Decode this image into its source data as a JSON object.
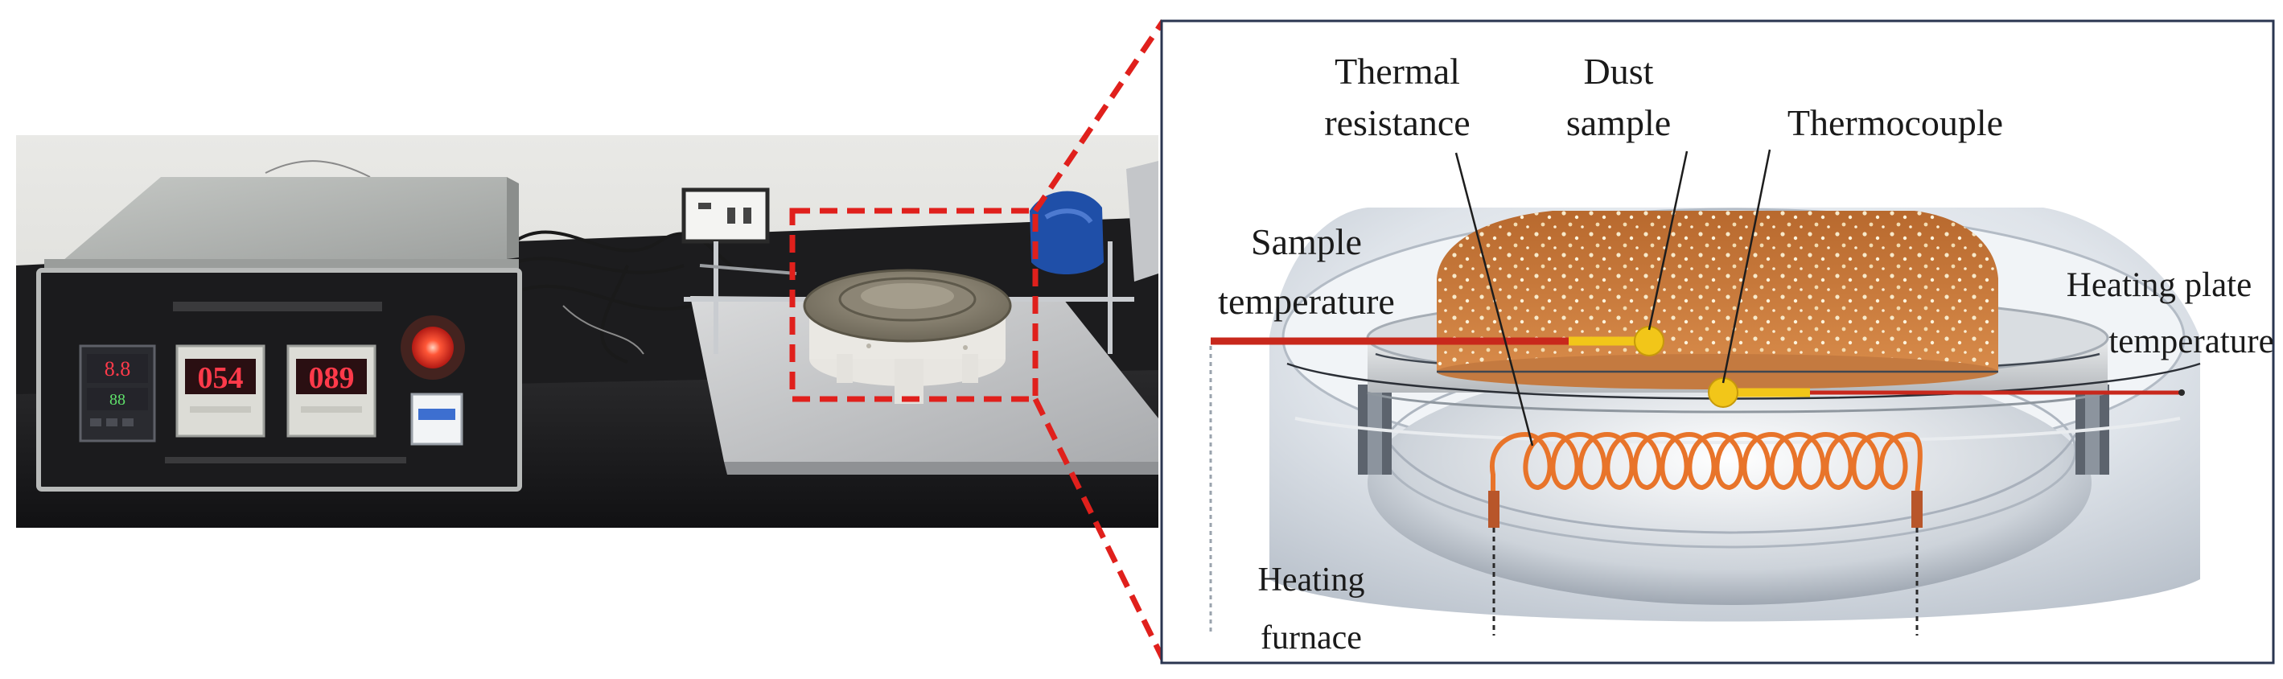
{
  "panels": {
    "photo": {
      "controller": {
        "display_left_value": "054",
        "display_right_value": "089"
      }
    },
    "schematic": {
      "labels": {
        "thermal_resistance_line1": "Thermal",
        "thermal_resistance_line2": "resistance",
        "dust_sample_line1": "Dust",
        "dust_sample_line2": "sample",
        "thermocouple": "Thermocouple",
        "sample_temperature_line1": "Sample",
        "sample_temperature_line2": "temperature",
        "heating_plate_temperature_line1": "Heating plate",
        "heating_plate_temperature_line2": "temperature",
        "heating_furnace_line1": "Heating",
        "heating_furnace_line2": "furnace"
      }
    }
  },
  "colors": {
    "callout_dash": "#e0201c",
    "display_digits": "#ff3a4a",
    "dust": "#c97a3e",
    "heater_coil": "#e8742a",
    "thermocouple_probe": "#f2c619",
    "wire": "#c8281c"
  }
}
